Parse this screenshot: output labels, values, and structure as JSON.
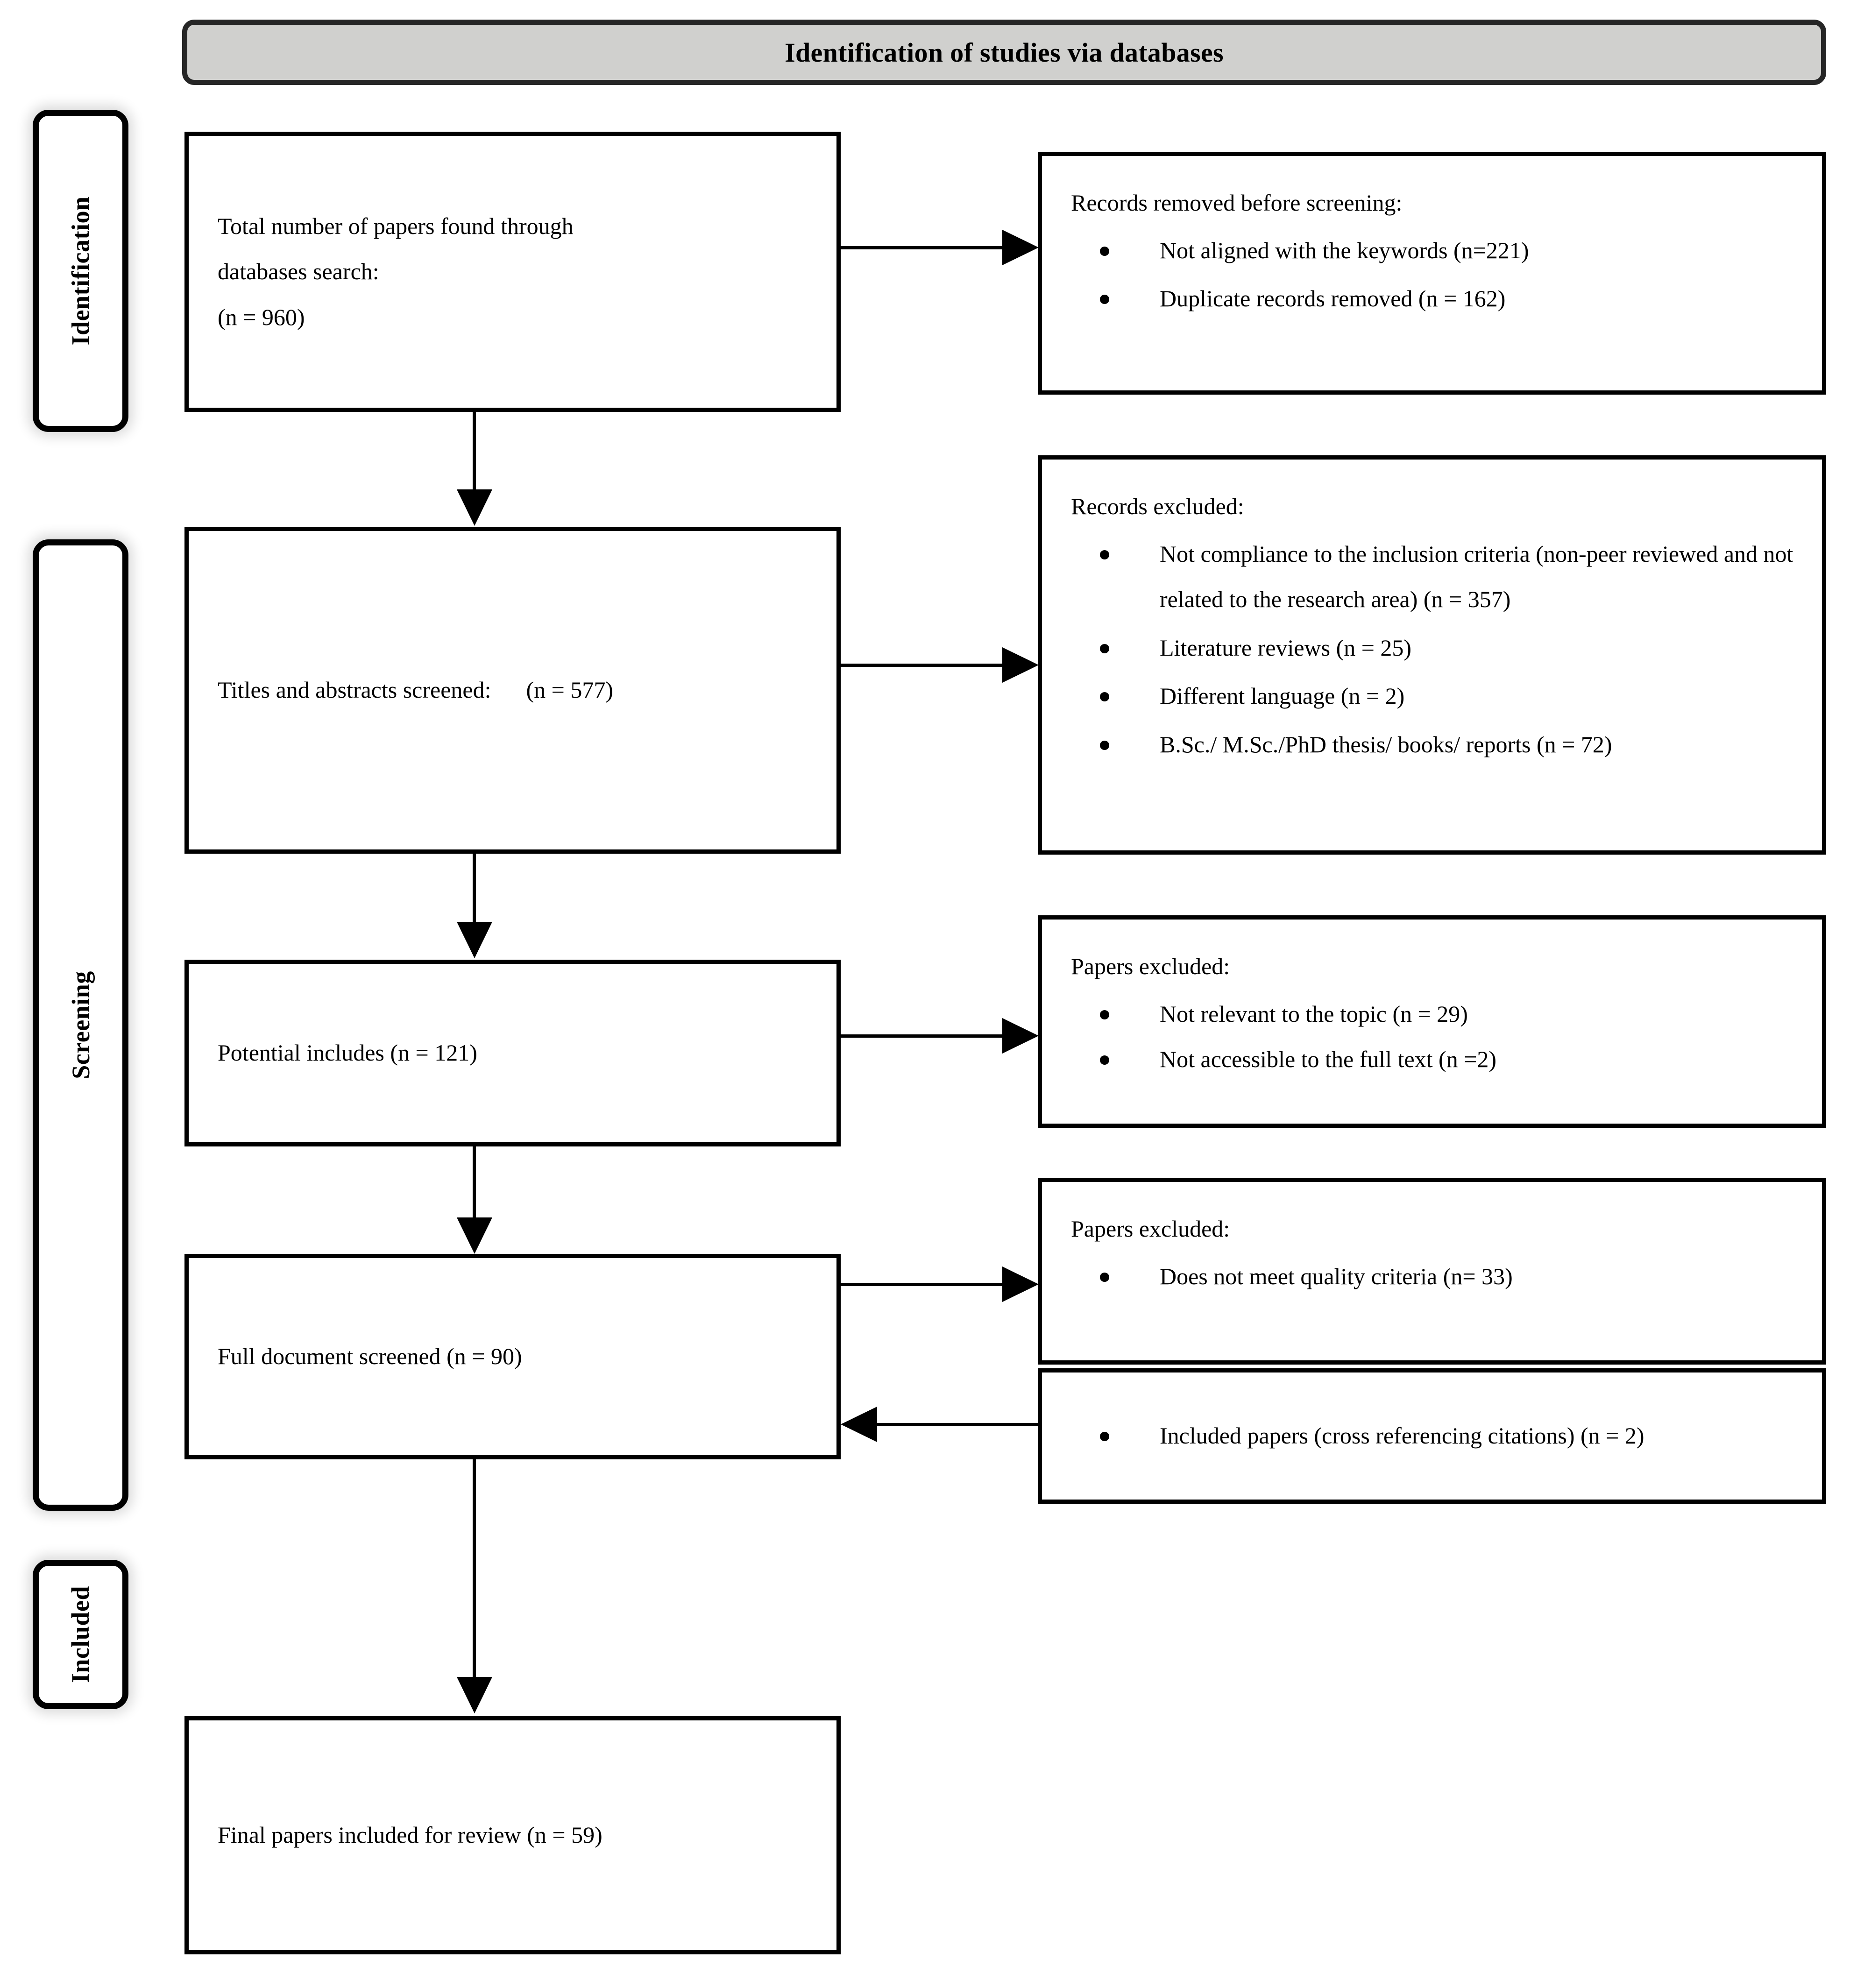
{
  "banner": {
    "title": "Identification of studies via databases"
  },
  "stages": [
    {
      "id": "identification",
      "label": "Identification"
    },
    {
      "id": "screening",
      "label": "Screening"
    },
    {
      "id": "included",
      "label": "Included"
    }
  ],
  "flow": {
    "identification": {
      "line1": "Total number of papers found through",
      "line2": "databases search:",
      "line3": "(n = 960)"
    },
    "records_removed": {
      "heading": "Records removed before screening:",
      "items": [
        "Not aligned with the keywords (n=221)",
        "Duplicate records removed (n = 162)"
      ]
    },
    "titles_screened": {
      "text": "Titles and abstracts screened:      (n = 577)"
    },
    "records_excluded": {
      "heading": "Records excluded:",
      "items": [
        "Not compliance to the inclusion criteria (non-peer reviewed and not related to the research area) (n = 357)",
        "Literature reviews (n = 25)",
        "Different language (n = 2)",
        "B.Sc./ M.Sc./PhD thesis/ books/ reports (n = 72)"
      ]
    },
    "potential_includes": {
      "text": "Potential includes (n = 121)"
    },
    "papers_excluded_1": {
      "heading": "Papers excluded:",
      "items": [
        "Not relevant to the topic (n = 29)",
        "Not accessible to the full text (n =2)"
      ]
    },
    "full_document": {
      "text": "Full document screened (n = 90)"
    },
    "papers_excluded_2": {
      "heading": "Papers excluded:",
      "items": [
        "Does not meet quality criteria (n= 33)"
      ]
    },
    "cross_referencing": {
      "items": [
        "Included papers (cross referencing citations) (n = 2)"
      ]
    },
    "final_included": {
      "text": "Final papers included for review (n = 59)"
    }
  },
  "counts": {
    "found": 960,
    "not_aligned": 221,
    "duplicates": 162,
    "titles_screened": 577,
    "not_compliance": 357,
    "literature_reviews": 25,
    "different_language": 2,
    "theses_books_reports": 72,
    "potential_includes": 121,
    "not_relevant": 29,
    "not_accessible": 2,
    "full_document_screened": 90,
    "quality_criteria_fail": 33,
    "cross_referenced_added": 2,
    "final_included": 59
  },
  "colors": {
    "banner_fill": "#d0d0ce",
    "banner_border": "#262626",
    "box_border": "#000000",
    "text": "#000000",
    "page_background": "#ffffff"
  }
}
